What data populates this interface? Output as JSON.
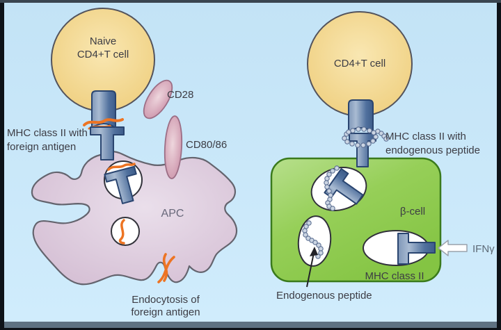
{
  "figure": {
    "description": "Antigen presentation diagram: APC priming a naive CD4+T cell versus beta-cell presenting endogenous peptide to a CD4+T cell",
    "colors": {
      "background": "#cbe9fa",
      "frame": "#0d1218",
      "t_cell_fill": "#f3d68c",
      "apc_fill": "#d8c2d7",
      "beta_cell_fill": "#8fc94f",
      "receptor_steel_blue": "#4d6b9a",
      "antigen_orange": "#ed7423",
      "costim_pink": "#d49ab0",
      "peptide_bead": "#cbd5e3"
    }
  },
  "left_panel": {
    "t_cell_label_line1": "Naive",
    "t_cell_label_line2": "CD4+T cell",
    "cd28_label": "CD28",
    "cd80_86_label": "CD80/86",
    "mhc_label_line1": "MHC class II with",
    "mhc_label_line2": "foreign antigen",
    "apc_label": "APC",
    "endocytosis_label_line1": "Endocytosis of",
    "endocytosis_label_line2": "foreign antigen"
  },
  "right_panel": {
    "t_cell_label": "CD4+T cell",
    "mhc_label_line1": "MHC class II with",
    "mhc_label_line2": "endogenous peptide",
    "beta_cell_label": "β-cell",
    "mhc_class_ii_label": "MHC class II",
    "ifn_gamma_label": "IFNγ",
    "endogenous_peptide_label": "Endogenous peptide"
  }
}
